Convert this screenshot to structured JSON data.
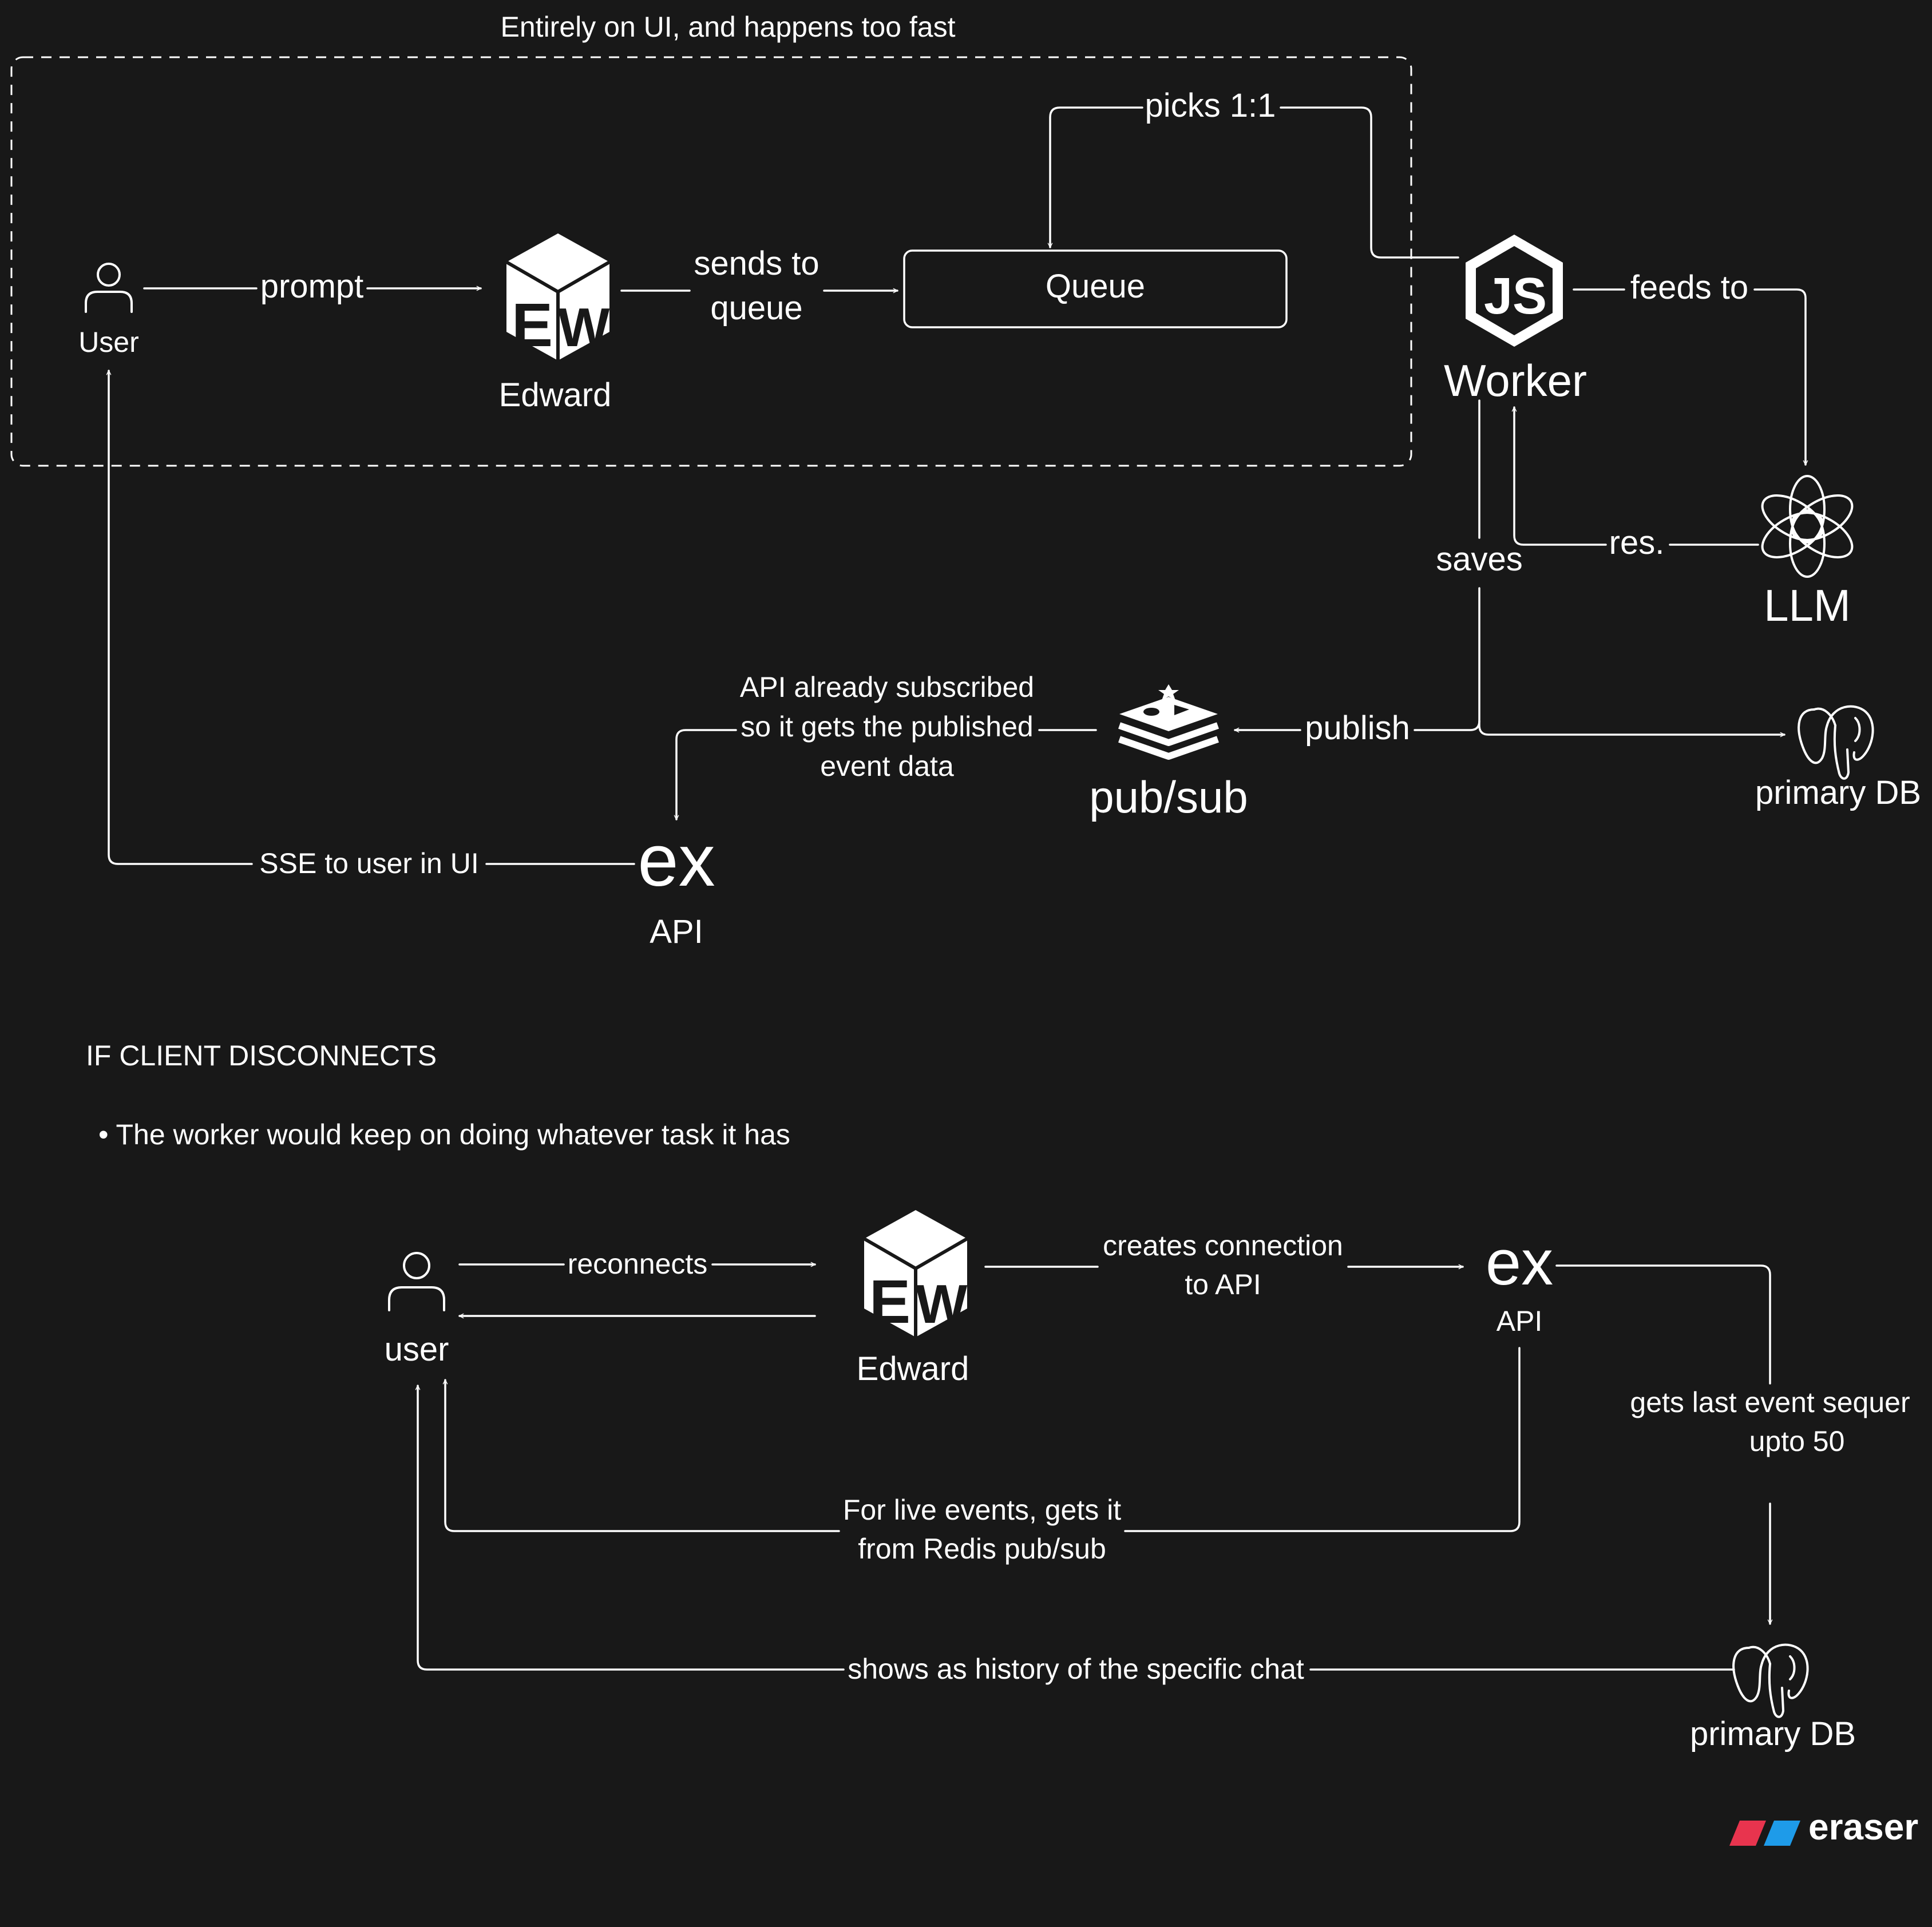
{
  "frame_label": "Entirely on UI, and happens too fast",
  "nodes": {
    "user_top": "User",
    "edward_top": "Edward",
    "queue": "Queue",
    "worker": "Worker",
    "llm": "LLM",
    "pubsub": "pub/sub",
    "primary_db_top": "primary DB",
    "api_top": "API",
    "user_bottom": "user",
    "edward_bottom": "Edward",
    "api_bottom": "API",
    "primary_db_bottom": "primary DB"
  },
  "logos": {
    "edward_letters": "EW",
    "node_js": "JS",
    "express": "ex"
  },
  "edges": {
    "prompt": "prompt",
    "sends_to_queue": [
      "sends to",
      "queue"
    ],
    "picks": "picks 1:1",
    "feeds_to": "feeds to",
    "res": "res.",
    "saves": "saves",
    "publish": "publish",
    "api_subscribed": [
      "API already subscribed",
      "so it gets the published",
      "event data"
    ],
    "sse": "SSE to user in UI",
    "reconnects": "reconnects",
    "creates_connection": [
      "creates connection",
      "to API"
    ],
    "gets_last_event": [
      "gets last event sequer",
      "upto 50"
    ],
    "live_events": [
      "For live events, gets it",
      "from Redis pub/sub"
    ],
    "history": "shows as history of the specific chat"
  },
  "section": {
    "heading": "IF CLIENT DISCONNECTS",
    "bullet": "• The worker would keep on doing whatever task it has"
  },
  "brand": "eraser",
  "colors": {
    "background": "#181818",
    "foreground": "#ffffff",
    "brand_red": "#e8344e",
    "brand_blue": "#1e9be9"
  },
  "icons": [
    "user-icon",
    "edward-logo-icon",
    "nodejs-icon",
    "openai-icon",
    "redis-icon",
    "postgres-icon",
    "express-icon",
    "eraser-logo-icon"
  ]
}
